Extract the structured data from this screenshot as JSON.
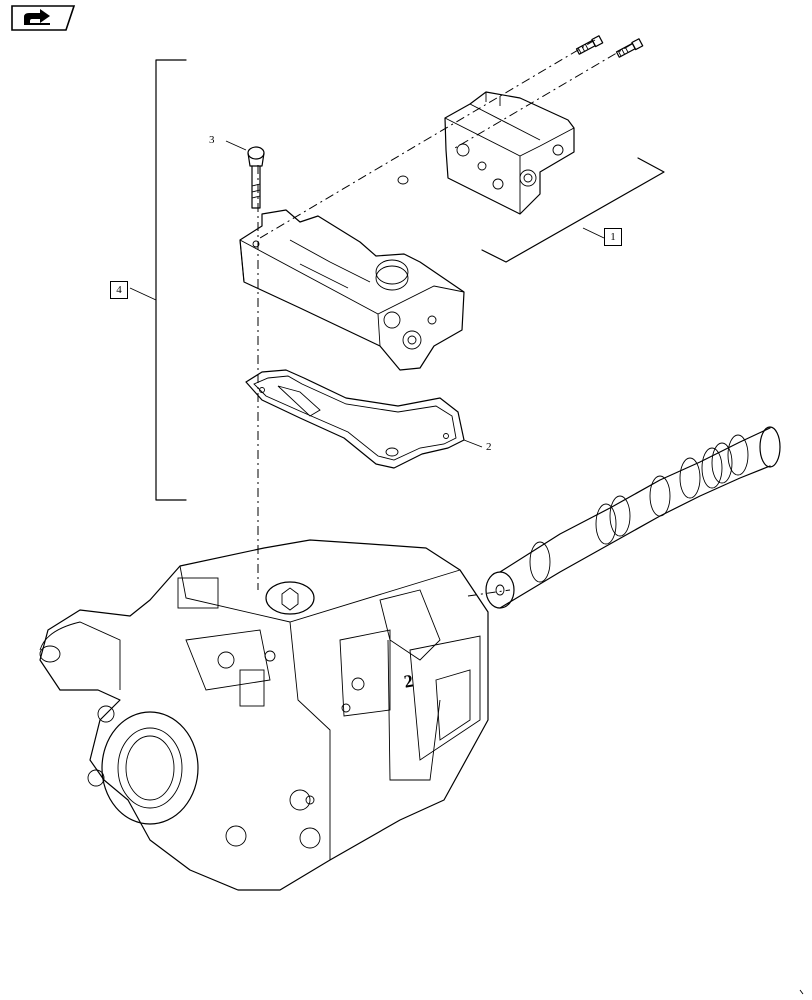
{
  "diagram": {
    "callouts": {
      "item_1": "1",
      "item_2": "2",
      "item_3": "3",
      "item_4": "4"
    },
    "housing_mark": "2"
  },
  "nav": {
    "icon": "next-page-arrow-icon"
  }
}
